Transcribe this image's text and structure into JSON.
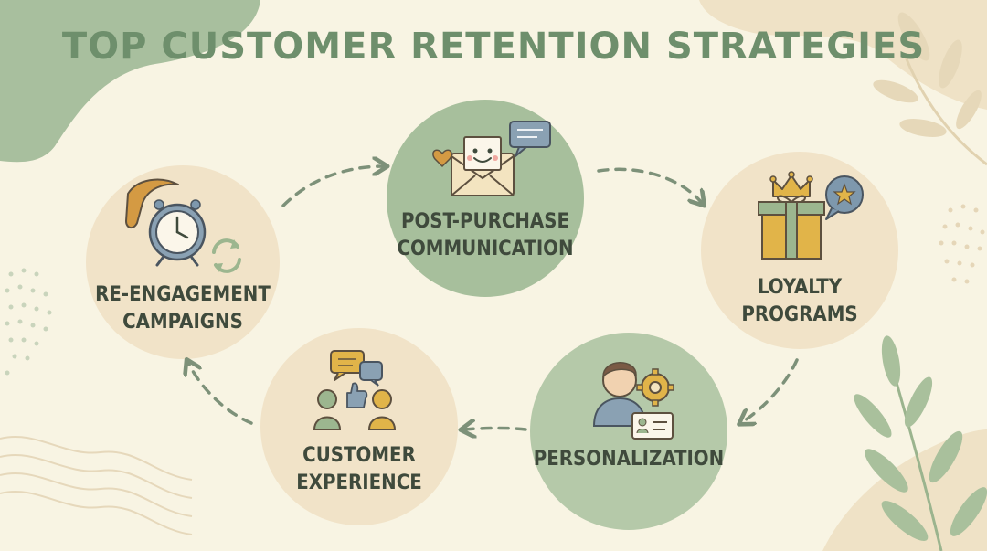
{
  "title": "Top Customer Retention Strategies",
  "colors": {
    "background": "#f8f4e3",
    "sage": "#a7bf9c",
    "sage_light": "#b5c9a9",
    "beige": "#f1e3c8",
    "title": "#6e8f6c",
    "text": "#3f4a3c",
    "arrow": "#7d9179"
  },
  "nodes": [
    {
      "id": "post-purchase",
      "lines": [
        "Post-Purchase",
        "Communication"
      ],
      "icon": "envelope-chat-icon",
      "fill": "sage"
    },
    {
      "id": "loyalty",
      "lines": [
        "Loyalty",
        "Programs"
      ],
      "icon": "gift-crown-star-icon",
      "fill": "beige"
    },
    {
      "id": "personalization",
      "lines": [
        "Personalization"
      ],
      "icon": "user-gear-card-icon",
      "fill": "sage"
    },
    {
      "id": "customer-experience",
      "lines": [
        "Customer",
        "Experience"
      ],
      "icon": "people-chat-thumbsup-icon",
      "fill": "beige"
    },
    {
      "id": "re-engagement",
      "lines": [
        "Re-Engagement",
        "Campaigns"
      ],
      "icon": "boomerang-clock-refresh-icon",
      "fill": "beige"
    }
  ],
  "cycle_order": [
    "re-engagement",
    "post-purchase",
    "loyalty",
    "personalization",
    "customer-experience"
  ]
}
